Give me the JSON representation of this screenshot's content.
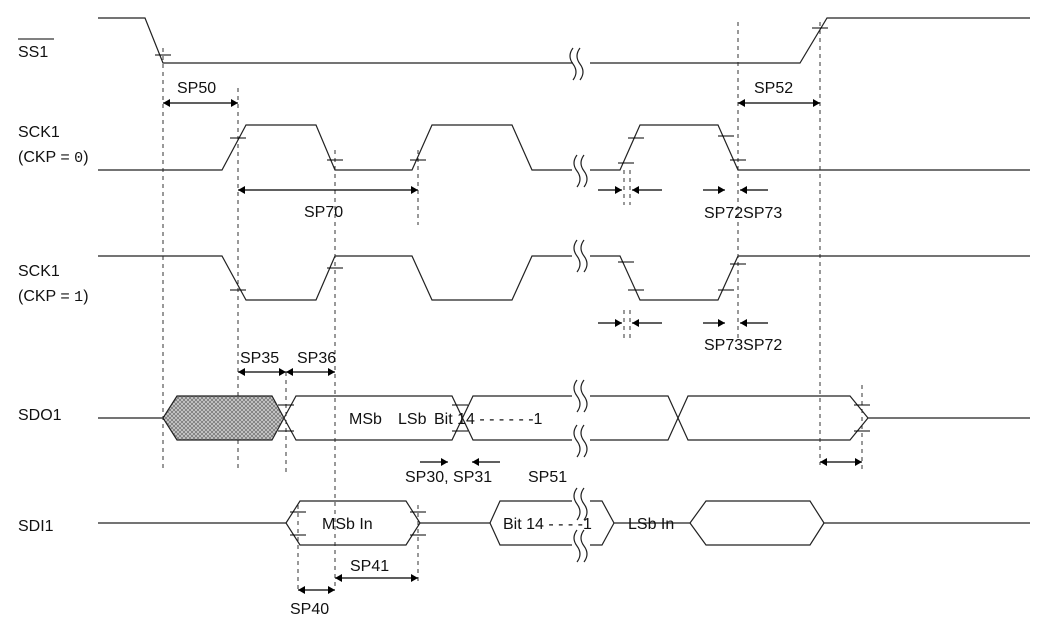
{
  "signals": {
    "ss": "SS1",
    "sck0": "SCK1",
    "sck0_mode_prefix": "(CKP = ",
    "sck0_mode_value": "0",
    "sck0_mode_suffix": ")",
    "sck1": "SCK1",
    "sck1_mode_prefix": "(CKP = ",
    "sck1_mode_value": "1",
    "sck1_mode_suffix": ")",
    "sdo": "SDO1",
    "sdi": "SDI1"
  },
  "timing_params": {
    "sp50": "SP50",
    "sp52": "SP52",
    "sp70": "SP70",
    "sp72_sp73_top": "SP72SP73",
    "sp73_sp72_bottom": "SP73SP72",
    "sp35": "SP35",
    "sp36": "SP36",
    "sp30_sp31": "SP30, SP31",
    "sp51": "SP51",
    "sp40": "SP40",
    "sp41": "SP41"
  },
  "data_labels": {
    "sdo_msb": "MSb",
    "sdo_lsb": "LSb",
    "sdo_bits": "Bit 14 - - - - - -1",
    "sdi_msb_in": "MSb In",
    "sdi_bits": "Bit 14 - - - -1",
    "sdi_lsb_in": "LSb In"
  },
  "colors": {
    "line": "#222222",
    "hatch": "#8a8a8a",
    "background": "#ffffff"
  }
}
